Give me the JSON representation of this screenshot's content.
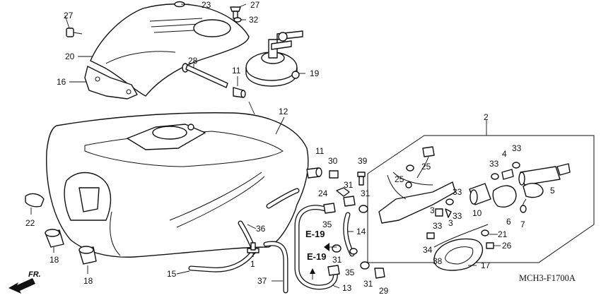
{
  "diagram_code": "MCH3-F1700A",
  "front_label": "FR.",
  "refs": {
    "upper": "E-19",
    "lower": "E-19"
  },
  "callouts": {
    "c1": "1",
    "c2": "2",
    "c3a": "3",
    "c3b": "3",
    "c4": "4",
    "c5": "5",
    "c6": "6",
    "c7": "7",
    "c10": "10",
    "c11a": "11",
    "c11b": "11",
    "c12": "12",
    "c13": "13",
    "c14": "14",
    "c15": "15",
    "c16": "16",
    "c17": "17",
    "c18a": "18",
    "c18b": "18",
    "c19": "19",
    "c20": "20",
    "c21": "21",
    "c22": "22",
    "c23": "23",
    "c24": "24",
    "c25a": "25",
    "c25b": "25",
    "c26": "26",
    "c27a": "27",
    "c27b": "27",
    "c28": "28",
    "c29": "29",
    "c30": "30",
    "c31a": "31",
    "c31b": "31",
    "c31c": "31",
    "c31d": "31",
    "c32": "32",
    "c33a": "33",
    "c33b": "33",
    "c33c": "33",
    "c33d": "33",
    "c34": "34",
    "c35a": "35",
    "c35b": "35",
    "c36": "36",
    "c37": "37",
    "c38": "38",
    "c39": "39"
  }
}
